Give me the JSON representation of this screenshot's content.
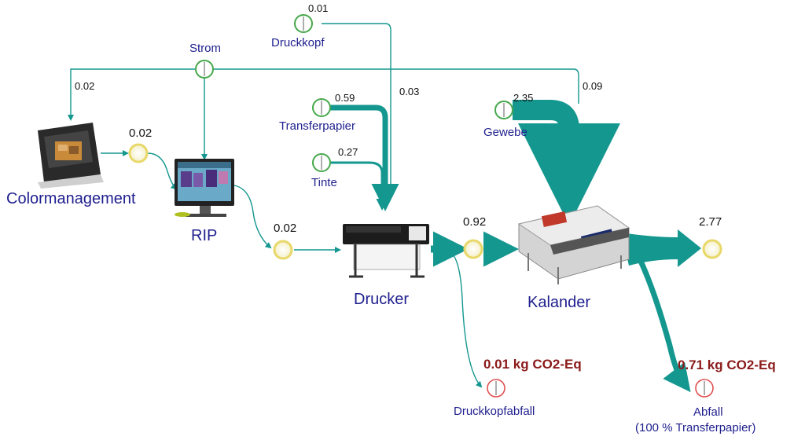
{
  "colors": {
    "flow": "#14978f",
    "node_green": "#46a84a",
    "node_yellow": "#e8d86a",
    "node_red": "#e05050",
    "label": "#1f1f8f",
    "emission": "#8b1a1a"
  },
  "processes": {
    "colormanagement": "Colormanagement",
    "rip": "RIP",
    "drucker": "Drucker",
    "kalander": "Kalander"
  },
  "inputs": {
    "strom": "Strom",
    "druckkopf": "Druckkopf",
    "transferpapier": "Transferpapier",
    "tinte": "Tinte",
    "gewebe": "Gewebe"
  },
  "outputs": {
    "druckkopfabfall": "Druckkopfabfall",
    "abfall_line1": "Abfall",
    "abfall_line2": "(100 % Transferpapier)"
  },
  "values": {
    "druckkopf": "0.01",
    "strom_to_color": "0.02",
    "strom_to_drucker": "0.03",
    "strom_to_kalander": "0.09",
    "transferpapier": "0.59",
    "tinte": "0.27",
    "gewebe": "2.35",
    "color_out": "0.02",
    "rip_out": "0.02",
    "drucker_out": "0.92",
    "kalander_out": "2.77"
  },
  "emissions": {
    "druckkopfabfall": "0.01 kg CO2-Eq",
    "abfall": "0.71 kg CO2-Eq"
  }
}
